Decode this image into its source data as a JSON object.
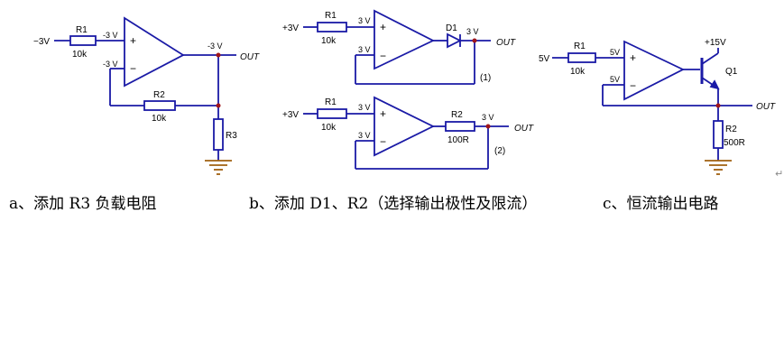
{
  "colors": {
    "wire": "#1a1aa6",
    "component": "#1a1aa6",
    "node": "#a0151a",
    "ground": "#a06010",
    "text": "#000000"
  },
  "circuit_a": {
    "input": "−3V",
    "r1_name": "R1",
    "r1_value": "10k",
    "v_plus": "-3 V",
    "v_minus": "-3 V",
    "v_out": "-3 V",
    "out": "OUT",
    "r2_name": "R2",
    "r2_value": "10k",
    "r3_name": "R3",
    "plus_sign": "+",
    "minus_sign": "−"
  },
  "circuit_b1": {
    "input": "+3V",
    "r1_name": "R1",
    "r1_value": "10k",
    "v_plus": "3 V",
    "v_minus": "3 V",
    "d1_name": "D1",
    "v_out": "3 V",
    "out": "OUT",
    "tag": "(1)",
    "plus_sign": "+",
    "minus_sign": "−"
  },
  "circuit_b2": {
    "input": "+3V",
    "r1_name": "R1",
    "r1_value": "10k",
    "v_plus": "3 V",
    "v_minus": "3 V",
    "r2_name": "R2",
    "r2_value": "100R",
    "v_out": "3 V",
    "out": "OUT",
    "tag": "(2)",
    "plus_sign": "+",
    "minus_sign": "−"
  },
  "circuit_c": {
    "input": "5V",
    "r1_name": "R1",
    "r1_value": "10k",
    "v_plus": "5V",
    "v_minus": "5V",
    "supply": "+15V",
    "q1_name": "Q1",
    "out": "OUT",
    "r2_name": "R2",
    "r2_value": "500R",
    "plus_sign": "+",
    "minus_sign": "−"
  },
  "captions": {
    "a": "a、添加 R3 负载电阻",
    "b": "b、添加 D1、R2（选择输出极性及限流）",
    "c": "c、恒流输出电路"
  },
  "marks": {
    "return_mark": "↵"
  }
}
